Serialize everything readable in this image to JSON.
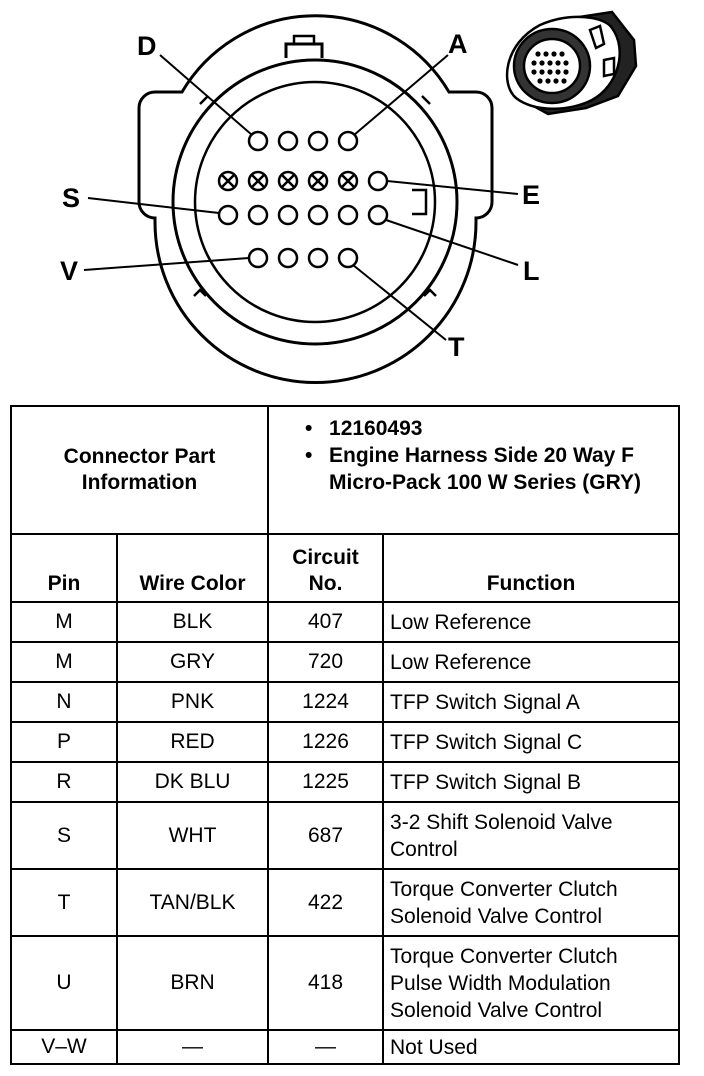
{
  "diagram": {
    "labels": {
      "D": "D",
      "A": "A",
      "E": "E",
      "S": "S",
      "L": "L",
      "V": "V",
      "T": "T"
    }
  },
  "table": {
    "part_info_label": "Connector Part Information",
    "part_number": "12160493",
    "part_description": "Engine Harness Side 20 Way F Micro-Pack 100 W Series (GRY)",
    "headers": {
      "pin": "Pin",
      "wire_color": "Wire Color",
      "circuit_no": "Circuit No.",
      "function": "Function"
    },
    "rows": [
      {
        "pin": "M",
        "wire": "BLK",
        "circuit": "407",
        "function": "Low Reference"
      },
      {
        "pin": "M",
        "wire": "GRY",
        "circuit": "720",
        "function": "Low Reference"
      },
      {
        "pin": "N",
        "wire": "PNK",
        "circuit": "1224",
        "function": "TFP Switch Signal A"
      },
      {
        "pin": "P",
        "wire": "RED",
        "circuit": "1226",
        "function": "TFP Switch Signal C"
      },
      {
        "pin": "R",
        "wire": "DK BLU",
        "circuit": "1225",
        "function": "TFP Switch Signal B"
      },
      {
        "pin": "S",
        "wire": "WHT",
        "circuit": "687",
        "function": "3-2 Shift Solenoid Valve Control"
      },
      {
        "pin": "T",
        "wire": "TAN/BLK",
        "circuit": "422",
        "function": "Torque Converter Clutch Solenoid Valve Control"
      },
      {
        "pin": "U",
        "wire": "BRN",
        "circuit": "418",
        "function": "Torque Converter Clutch Pulse Width Modulation Solenoid Valve Control"
      },
      {
        "pin": "V–W",
        "wire": "—",
        "circuit": "—",
        "function": "Not Used"
      }
    ]
  }
}
